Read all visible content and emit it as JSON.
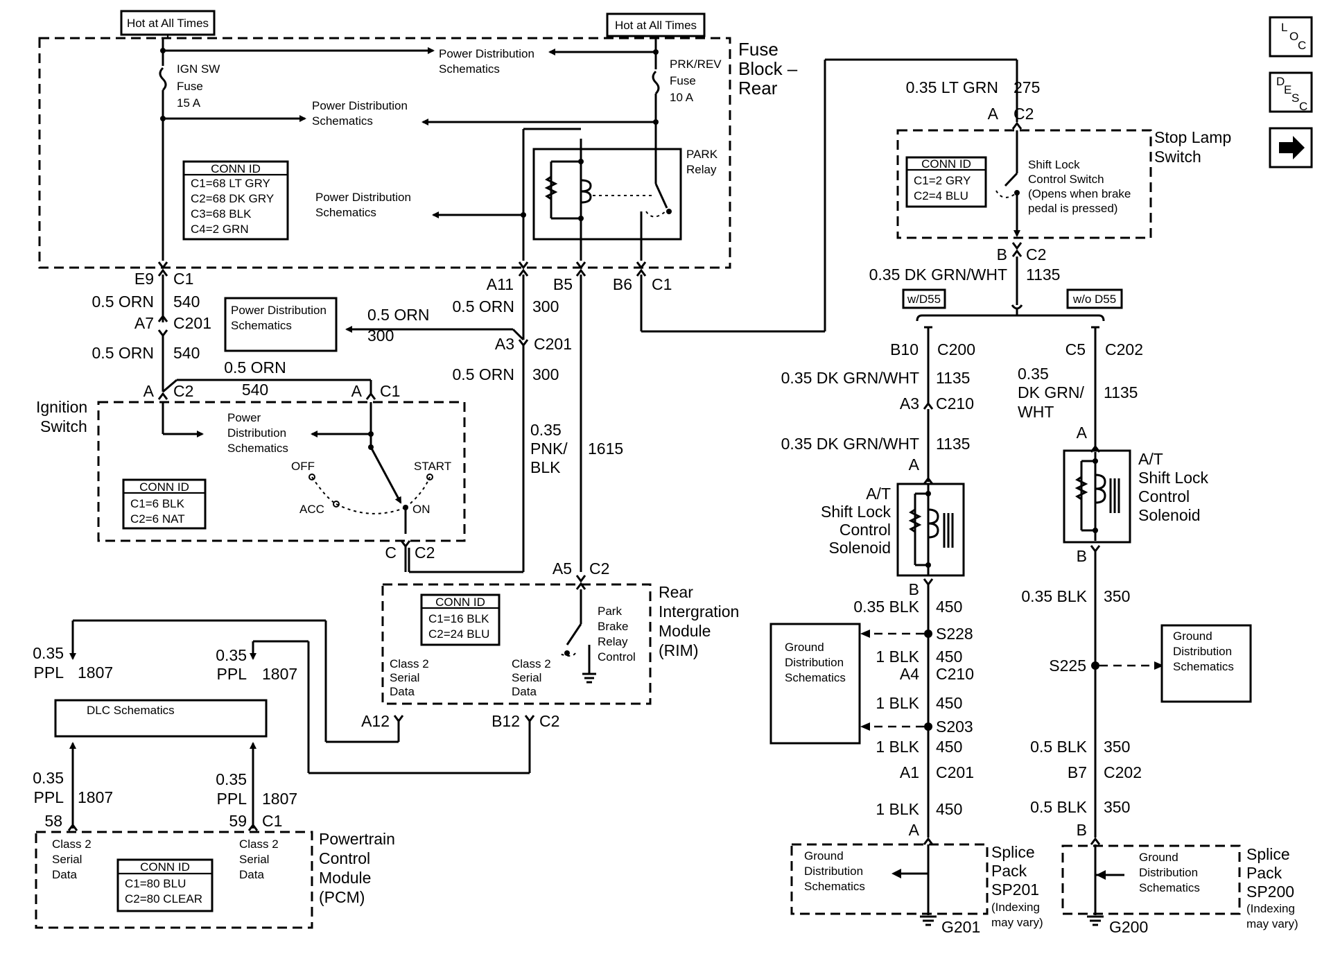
{
  "labels": {
    "hot1": "Hot at All Times",
    "hot2": "Hot at All Times",
    "ign_fuse": [
      "IGN SW",
      "Fuse",
      "15 A"
    ],
    "prk_fuse": [
      "PRK/REV",
      "Fuse",
      "10 A"
    ],
    "pds1": [
      "Power Distribution",
      "Schematics"
    ],
    "pds2": [
      "Power Distribution",
      "Schematics"
    ],
    "pds3": [
      "Power Distribution",
      "Schematics"
    ],
    "pds_box": [
      "Power Distribution",
      "Schematics"
    ],
    "pds_ign": [
      "Power",
      "Distribution",
      "Schematics"
    ],
    "fuse_block": [
      "Fuse",
      "Block –",
      "Rear"
    ],
    "park_relay": [
      "PARK",
      "Relay"
    ],
    "conn_fuse": [
      "CONN ID",
      "C1=68 LT GRY",
      "C2=68 DK GRY",
      "C3=68 BLK",
      "C4=2 GRN"
    ],
    "e9": "E9",
    "c1a": "C1",
    "orn540a": "0.5 ORN",
    "n540a": "540",
    "a7": "A7",
    "c201a": "C201",
    "orn540b": "0.5 ORN",
    "n540b": "540",
    "a11": "A11",
    "b5": "B5",
    "b6": "B6",
    "c1b": "C1",
    "orn300a": "0.5 ORN",
    "n300a": "300",
    "orn300b": "0.5 ORN",
    "n300b": "300",
    "a3": "A3",
    "c201b": "C201",
    "orn300c": "0.5 ORN",
    "n300c": "300",
    "orn540c": "0.5 ORN",
    "n540c": "540",
    "aC2": "A",
    "c2a": "C2",
    "aC1": "A",
    "c1c": "C1",
    "ign_switch": [
      "Ignition",
      "Switch"
    ],
    "conn_ign": [
      "CONN ID",
      "C1=6 BLK",
      "C2=6 NAT"
    ],
    "off": "OFF",
    "start": "START",
    "acc": "ACC",
    "on": "ON",
    "cC2": "C",
    "c2b": "C2",
    "pnk": [
      "0.35",
      "PNK/",
      "BLK"
    ],
    "n1615": "1615",
    "a5": "A5",
    "c2c": "C2",
    "rim": [
      "Rear",
      "Intergration",
      "Module",
      "(RIM)"
    ],
    "conn_rim": [
      "CONN ID",
      "C1=16 BLK",
      "C2=24 BLU"
    ],
    "park_brake": [
      "Park",
      "Brake",
      "Relay",
      "Control"
    ],
    "cls2a": [
      "Class 2",
      "Serial",
      "Data"
    ],
    "cls2b": [
      "Class 2",
      "Serial",
      "Data"
    ],
    "a12": "A12",
    "b12": "B12",
    "c2d": "C2",
    "ppl_a": [
      "0.35",
      "PPL"
    ],
    "n1807a": "1807",
    "ppl_b": [
      "0.35",
      "PPL"
    ],
    "n1807b": "1807",
    "dlc": "DLC Schematics",
    "ppl_c": [
      "0.35",
      "PPL"
    ],
    "n1807c": "1807",
    "ppl_d": [
      "0.35",
      "PPL"
    ],
    "n1807d": "1807",
    "p58": "58",
    "p59": "59",
    "c1d": "C1",
    "cls2c": [
      "Class 2",
      "Serial",
      "Data"
    ],
    "cls2d": [
      "Class 2",
      "Serial",
      "Data"
    ],
    "conn_pcm": [
      "CONN ID",
      "C1=80 BLU",
      "C2=80 CLEAR"
    ],
    "pcm": [
      "Powertrain",
      "Control",
      "Module",
      "(PCM)"
    ],
    "ltgrn": "0.35 LT GRN",
    "n275": "275",
    "aA": "A",
    "c2e": "C2",
    "stop_lamp": [
      "Stop Lamp",
      "Switch"
    ],
    "conn_stop": [
      "CONN ID",
      "C1=2 GRY",
      "C2=4 BLU"
    ],
    "shift_lock_sw": [
      "Shift Lock",
      "Control Switch",
      "(Opens when brake",
      "pedal is pressed)"
    ],
    "bB": "B",
    "c2f": "C2",
    "dkgrn1": "0.35 DK GRN/WHT",
    "n1135a": "1135",
    "wd55": "w/D55",
    "wod55": "w/o D55",
    "b10": "B10",
    "c200": "C200",
    "c5": "C5",
    "c202a": "C202",
    "dkgrn2": "0.35 DK GRN/WHT",
    "n1135b": "1135",
    "a3b": "A3",
    "c210a": "C210",
    "dkgrn3": "0.35 DK GRN/WHT",
    "n1135c": "1135",
    "dkgrn4": [
      "0.35",
      "DK GRN/",
      "WHT"
    ],
    "n1135d": "1135",
    "solA": "A",
    "solB": "A",
    "sol1": [
      "A/T",
      "Shift Lock",
      "Control",
      "Solenoid"
    ],
    "sol2": [
      "A/T",
      "Shift Lock",
      "Control",
      "Solenoid"
    ],
    "bC": "B",
    "bD": "B",
    "blk450a": "0.35 BLK",
    "n450a": "450",
    "s228": "S228",
    "gds1": [
      "Ground",
      "Distribution",
      "Schematics"
    ],
    "blk450b": "1 BLK",
    "n450b": "450",
    "a4": "A4",
    "c210b": "C210",
    "blk450c": "1 BLK",
    "n450c": "450",
    "s203": "S203",
    "blk450d": "1 BLK",
    "n450d": "450",
    "a1": "A1",
    "c201c": "C201",
    "blk450e": "1 BLK",
    "n450e": "450",
    "aE": "A",
    "blk350a": "0.35 BLK",
    "n350a": "350",
    "s225": "S225",
    "gds2": [
      "Ground",
      "Distribution",
      "Schematics"
    ],
    "blk350b": "0.5 BLK",
    "n350b": "350",
    "b7": "B7",
    "c202b": "C202",
    "blk350c": "0.5 BLK",
    "n350c": "350",
    "bE": "B",
    "gds3": [
      "Ground",
      "Distribution",
      "Schematics"
    ],
    "gds4": [
      "Ground",
      "Distribution",
      "Schematics"
    ],
    "sp201": [
      "Splice",
      "Pack",
      "SP201"
    ],
    "sp201n": [
      "(Indexing",
      "may vary)"
    ],
    "sp200": [
      "Splice",
      "Pack",
      "SP200"
    ],
    "sp200n": [
      "(Indexing",
      "may vary)"
    ],
    "g201": "G201",
    "g200": "G200"
  },
  "nav": {
    "loc": [
      "L",
      "O",
      "C"
    ],
    "desc": [
      "D",
      "E",
      "S",
      "C"
    ],
    "next_icon": "right-arrow-icon"
  }
}
